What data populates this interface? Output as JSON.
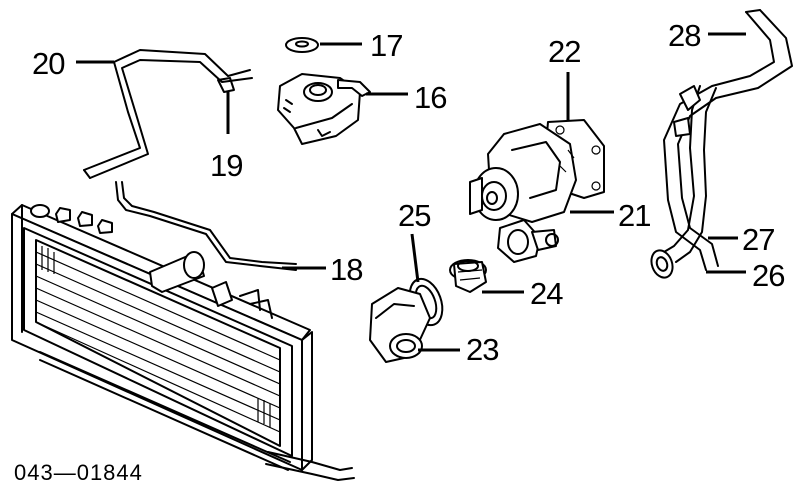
{
  "callouts": {
    "c16": "16",
    "c17": "17",
    "c18": "18",
    "c19": "19",
    "c20": "20",
    "c21": "21",
    "c22": "22",
    "c23": "23",
    "c24": "24",
    "c25": "25",
    "c26": "26",
    "c27": "27",
    "c28": "28"
  },
  "diagram_code": "043—01844"
}
